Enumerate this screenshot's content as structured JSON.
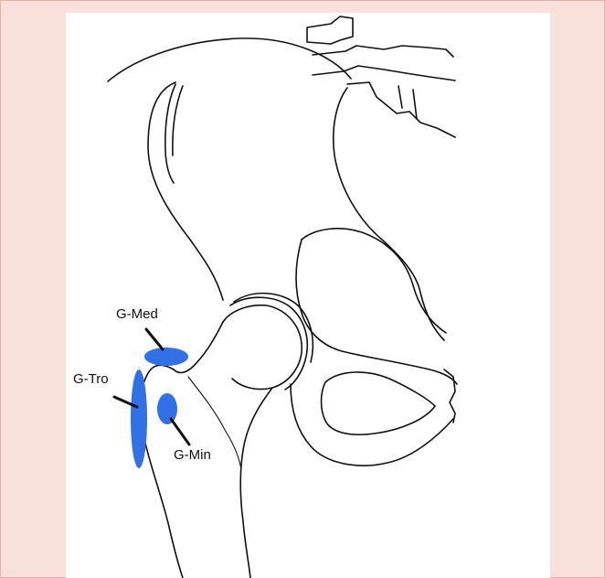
{
  "labels": {
    "med": "G-Med",
    "tro": "G-Tro",
    "min": "G-Min"
  },
  "colors": {
    "marker": "#3270e6",
    "outline": "#111111",
    "background_frame": "#f9e1db",
    "panel": "#ffffff"
  }
}
